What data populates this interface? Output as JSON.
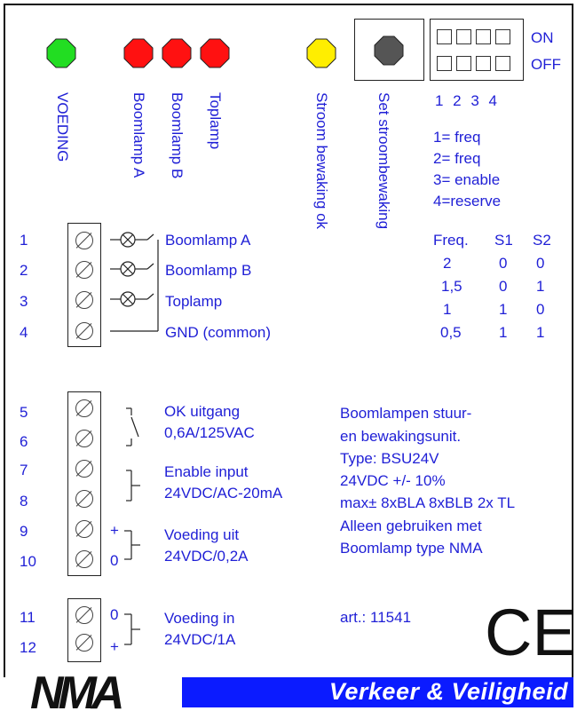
{
  "leds": [
    {
      "color": "#22dd22"
    },
    {
      "color": "#ff1111"
    },
    {
      "color": "#ff1111"
    },
    {
      "color": "#ff1111"
    },
    {
      "color": "#ffee00"
    }
  ],
  "button": {
    "color": "#555555"
  },
  "dip": {
    "on": "ON",
    "off": "OFF",
    "numbers": "1 2 3 4"
  },
  "dip_legend": [
    "1= freq",
    "2= freq",
    "3= enable",
    "4=reserve"
  ],
  "vertical_labels": {
    "voeding": "VOEDING",
    "boomlamp_a": "Boomlamp A",
    "boomlamp_b": "Boomlamp B",
    "toplamp": "Toplamp",
    "stroom": "Stroom bewaking ok",
    "set": "Set stroombewaking"
  },
  "terminals_top": [
    {
      "n": "1",
      "label": "Boomlamp A"
    },
    {
      "n": "2",
      "label": "Boomlamp B"
    },
    {
      "n": "3",
      "label": "Toplamp"
    },
    {
      "n": "4",
      "label": "GND (common)"
    }
  ],
  "freq_table": {
    "headers": [
      "Freq.",
      "S1",
      "S2"
    ],
    "rows": [
      [
        "2",
        "0",
        "0"
      ],
      [
        "1,5",
        "0",
        "1"
      ],
      [
        "1",
        "1",
        "0"
      ],
      [
        "0,5",
        "1",
        "1"
      ]
    ]
  },
  "terminals_mid": {
    "numbers": [
      "5",
      "6",
      "7",
      "8",
      "9",
      "10"
    ],
    "ok": [
      "OK uitgang",
      "0,6A/125VAC"
    ],
    "enable": [
      "Enable input",
      "24VDC/AC-20mA"
    ],
    "voeding_uit": [
      "Voeding uit",
      "24VDC/0,2A"
    ],
    "plus": "+",
    "zero": "0"
  },
  "description": [
    "Boomlampen stuur-",
    "en bewakingsunit.",
    "Type: BSU24V",
    "24VDC +/- 10%",
    "max± 8xBLA 8xBLB 2x TL",
    "Alleen gebruiken met",
    "Boomlamp type NMA"
  ],
  "terminals_bottom": {
    "numbers": [
      "11",
      "12"
    ],
    "zero": "0",
    "plus": "+",
    "label": [
      "Voeding in",
      "24VDC/1A"
    ]
  },
  "article": "art.: 11541",
  "ce": "CE",
  "logo": "NMA",
  "footer": "Verkeer & Veiligheid"
}
